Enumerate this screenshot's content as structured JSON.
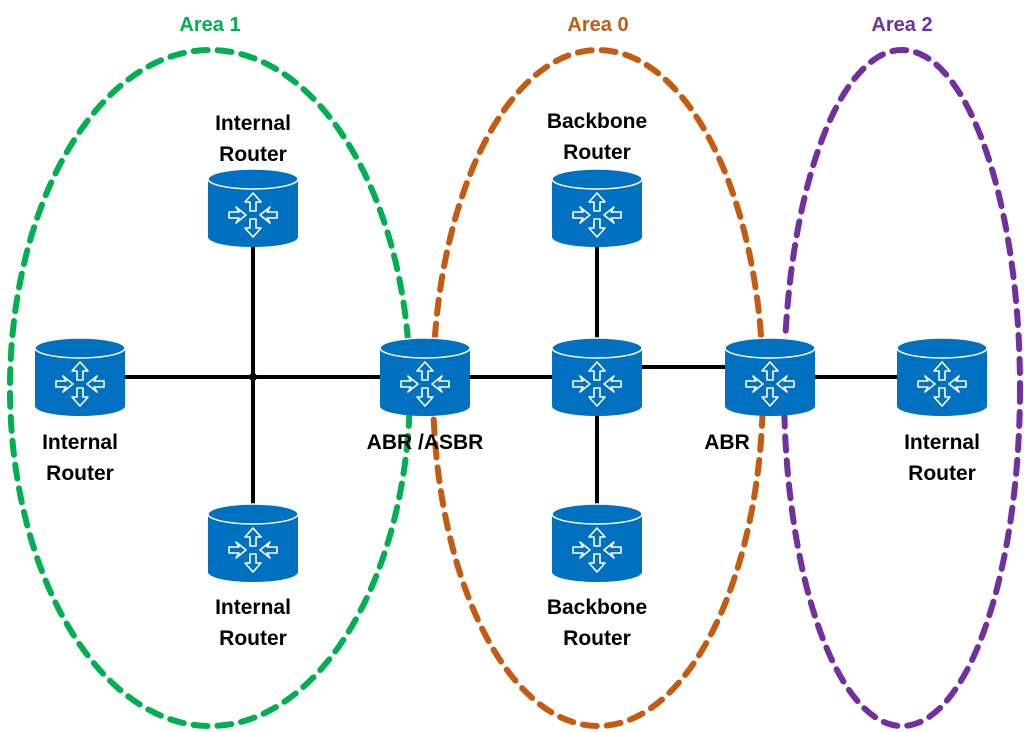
{
  "areas": [
    {
      "id": "area1",
      "label": "Area 1",
      "color": "#00b050"
    },
    {
      "id": "area0",
      "label": "Area 0",
      "color": "#c55a11"
    },
    {
      "id": "area2",
      "label": "Area 2",
      "color": "#7030a0"
    }
  ],
  "router_color": "#0070c0",
  "link_color": "#000000",
  "nodes": [
    {
      "id": "a1-top",
      "area": "Area 1",
      "role": "Internal Router",
      "label_lines": [
        "Internal",
        "Router"
      ]
    },
    {
      "id": "a1-left",
      "area": "Area 1",
      "role": "Internal Router",
      "label_lines": [
        "Internal",
        "Router"
      ]
    },
    {
      "id": "a1-bottom",
      "area": "Area 1",
      "role": "Internal Router",
      "label_lines": [
        "Internal",
        "Router"
      ]
    },
    {
      "id": "abr-asbr",
      "area": "Area 1 / Area 0",
      "role": "ABR /ASBR",
      "label_lines": [
        "ABR /ASBR"
      ]
    },
    {
      "id": "a0-top",
      "area": "Area 0",
      "role": "Backbone Router",
      "label_lines": [
        "Backbone",
        "Router"
      ]
    },
    {
      "id": "a0-center",
      "area": "Area 0",
      "role": "Backbone Router",
      "label_lines": []
    },
    {
      "id": "a0-bottom",
      "area": "Area 0",
      "role": "Backbone Router",
      "label_lines": [
        "Backbone",
        "Router"
      ]
    },
    {
      "id": "abr",
      "area": "Area 0 / Area 2",
      "role": "ABR",
      "label_lines": [
        "ABR"
      ]
    },
    {
      "id": "a2-right",
      "area": "Area 2",
      "role": "Internal Router",
      "label_lines": [
        "Internal",
        "Router"
      ]
    }
  ],
  "links": [
    [
      "a1-left",
      "hub"
    ],
    [
      "hub",
      "abr-asbr"
    ],
    [
      "a1-top",
      "hub"
    ],
    [
      "hub",
      "a1-bottom"
    ],
    [
      "abr-asbr",
      "a0-center"
    ],
    [
      "a0-top",
      "a0-center"
    ],
    [
      "a0-center",
      "a0-bottom"
    ],
    [
      "a0-center",
      "abr"
    ],
    [
      "abr",
      "a2-right"
    ]
  ]
}
